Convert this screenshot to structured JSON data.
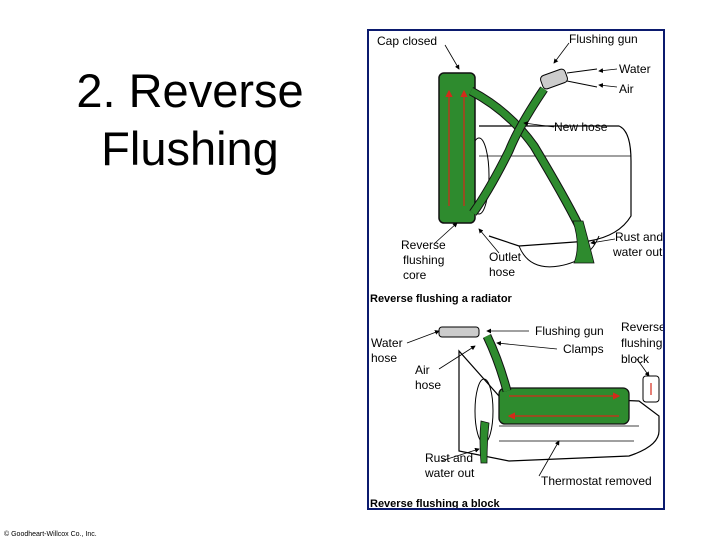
{
  "slide": {
    "title_line1": "2. Reverse",
    "title_line2": "Flushing",
    "copyright": "© Goodheart-Willcox Co., Inc."
  },
  "figure": {
    "top_panel": {
      "caption": "Reverse flushing a radiator",
      "labels": {
        "cap_closed": "Cap closed",
        "flushing_gun": "Flushing gun",
        "water": "Water",
        "air": "Air",
        "new_hose": "New hose",
        "rust_and": "Rust and",
        "water_out": "water out",
        "reverse": "Reverse",
        "flushing": "flushing",
        "core": "core",
        "outlet": "Outlet",
        "hose": "hose"
      }
    },
    "bottom_panel": {
      "caption": "Reverse flushing a block",
      "labels": {
        "water": "Water",
        "hose": "hose",
        "flushing_gun": "Flushing gun",
        "reverse": "Reverse",
        "flushing": "flushing",
        "block": "block",
        "clamps": "Clamps",
        "air": "Air",
        "air_hose": "hose",
        "rust_and": "Rust and",
        "water_out": "water out",
        "thermostat_removed": "Thermostat removed"
      }
    },
    "colors": {
      "coolant": "#2e8b2e",
      "flow_arrows": "#d42a1a",
      "frame": "#0b1a6e"
    }
  }
}
